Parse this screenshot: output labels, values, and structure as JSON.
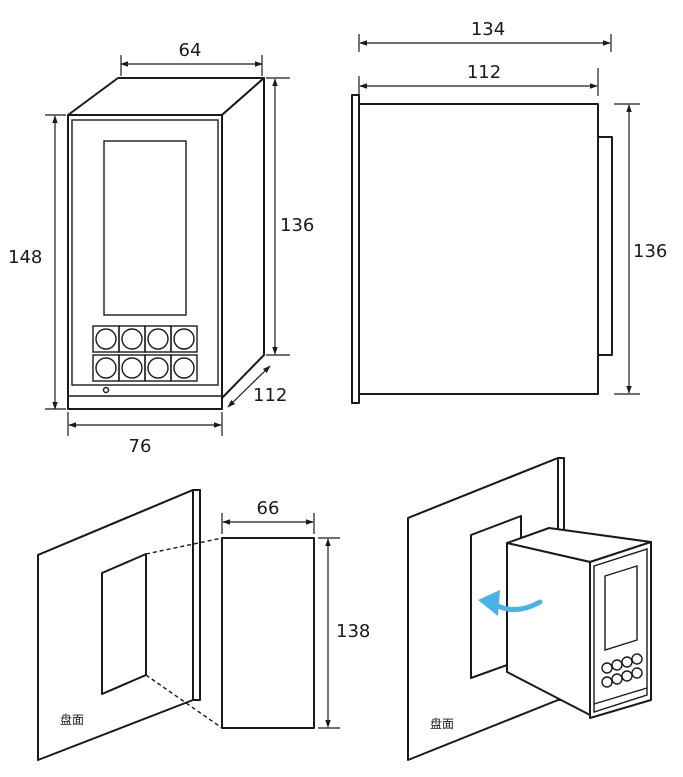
{
  "dimensions": {
    "front_top_width": "64",
    "front_height": "148",
    "front_depth_height": "136",
    "front_depth": "112",
    "front_bottom_width": "76",
    "side_total_length": "134",
    "side_body_length": "112",
    "side_height": "136",
    "cutout_width": "66",
    "cutout_height": "138"
  },
  "labels": {
    "panel_left": "盘面",
    "panel_right": "盘面"
  },
  "colors": {
    "line": "#1a1a1a",
    "arrow": "#4ab3e6",
    "background": "#ffffff"
  }
}
